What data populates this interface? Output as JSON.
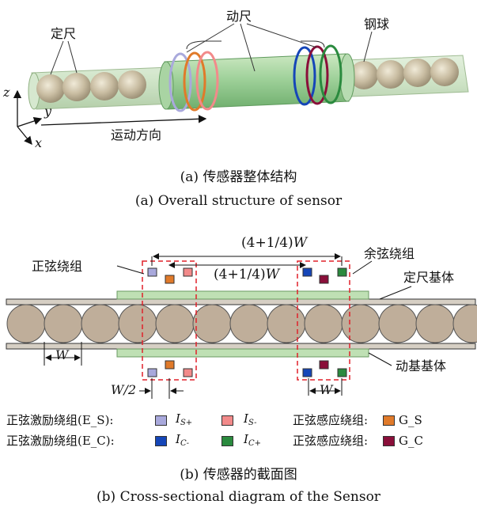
{
  "part_a": {
    "label_fixed_scale": "定尺",
    "label_moving_scale": "动尺",
    "label_steel_ball": "钢球",
    "label_motion_dir": "运动方向",
    "axis_z": "z",
    "axis_y": "y",
    "axis_x": "x",
    "caption_cn": "(a) 传感器整体结构",
    "caption_en": "(a) Overall structure of sensor"
  },
  "part_b": {
    "dim_top": "(4+1/4)",
    "dim_mid": "(4+1/4)",
    "dim_W": "W",
    "label_sine_group": "正弦绕组",
    "label_cosine_group": "余弦绕组",
    "label_fixed_base": "定尺基体",
    "label_moving_base": "动基基体",
    "dim_w_left": "W",
    "dim_w_half": "W/2",
    "dim_w_right": "W",
    "caption_cn": "(b) 传感器的截面图",
    "caption_en": "(b) Cross-sectional diagram of the Sensor"
  },
  "legend": {
    "row1_label": "正弦激励绕组(E_S):",
    "row2_label": "正弦激励绕组(E_C):",
    "is_plus": "I",
    "is_plus_sub": "S+",
    "is_minus": "I",
    "is_minus_sub": "S-",
    "ic_minus": "I",
    "ic_minus_sub": "C-",
    "ic_plus": "I",
    "ic_plus_sub": "C+",
    "sense1_label": "正弦感应绕组:",
    "sense1_code": "G_S",
    "sense2_label": "正弦感应绕组:",
    "sense2_code": "G_C"
  },
  "colors": {
    "is_plus": "#a9a9dc",
    "is_minus": "#f28a8a",
    "ic_minus": "#1546b8",
    "ic_plus": "#2a8a3e",
    "gs": "#e07a2a",
    "gc": "#8a0f3a",
    "ball": "#bfae9a",
    "moving_base": "#bfe0b4",
    "dash": "#e0202a"
  }
}
